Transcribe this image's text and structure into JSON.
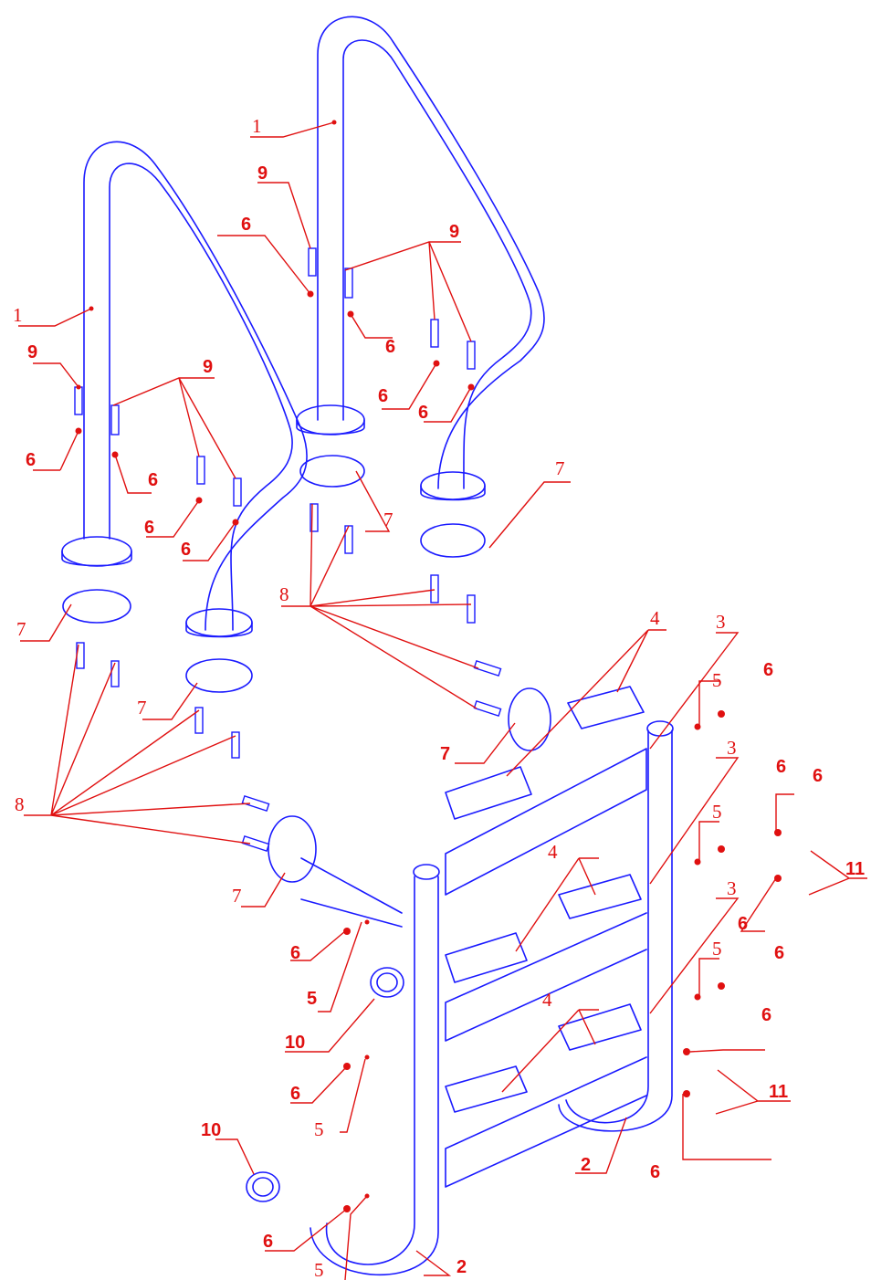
{
  "diagram": {
    "title": "",
    "colors": {
      "line": "#1a1aff",
      "leader": "#e01010",
      "background": "#ffffff"
    },
    "part_labels": [
      {
        "id": "p1a",
        "text": "1"
      },
      {
        "id": "p1b",
        "text": "1"
      },
      {
        "id": "p9a",
        "text": "9"
      },
      {
        "id": "p9b",
        "text": "9"
      },
      {
        "id": "p9c",
        "text": "9"
      },
      {
        "id": "p9d",
        "text": "9"
      },
      {
        "id": "p6a",
        "text": "6"
      },
      {
        "id": "p6b",
        "text": "6"
      },
      {
        "id": "p6c",
        "text": "6"
      },
      {
        "id": "p6d",
        "text": "6"
      },
      {
        "id": "p6e",
        "text": "6"
      },
      {
        "id": "p6f",
        "text": "6"
      },
      {
        "id": "p6g",
        "text": "6"
      },
      {
        "id": "p6h",
        "text": "6"
      },
      {
        "id": "p6i",
        "text": "6"
      },
      {
        "id": "p6j",
        "text": "6"
      },
      {
        "id": "p6k",
        "text": "6"
      },
      {
        "id": "p6l",
        "text": "6"
      },
      {
        "id": "p6m",
        "text": "6"
      },
      {
        "id": "p6n",
        "text": "6"
      },
      {
        "id": "p6o",
        "text": "6"
      },
      {
        "id": "p6p",
        "text": "6"
      },
      {
        "id": "p6q",
        "text": "6"
      },
      {
        "id": "p6r",
        "text": "6"
      },
      {
        "id": "p7a",
        "text": "7"
      },
      {
        "id": "p7b",
        "text": "7"
      },
      {
        "id": "p7c",
        "text": "7"
      },
      {
        "id": "p7d",
        "text": "7"
      },
      {
        "id": "p7e",
        "text": "7"
      },
      {
        "id": "p7f",
        "text": "7"
      },
      {
        "id": "p8a",
        "text": "8"
      },
      {
        "id": "p8b",
        "text": "8"
      },
      {
        "id": "p4a",
        "text": "4"
      },
      {
        "id": "p4b",
        "text": "4"
      },
      {
        "id": "p4c",
        "text": "4"
      },
      {
        "id": "p3a",
        "text": "3"
      },
      {
        "id": "p3b",
        "text": "3"
      },
      {
        "id": "p3c",
        "text": "3"
      },
      {
        "id": "p5a",
        "text": "5"
      },
      {
        "id": "p5b",
        "text": "5"
      },
      {
        "id": "p5c",
        "text": "5"
      },
      {
        "id": "p5d",
        "text": "5"
      },
      {
        "id": "p5e",
        "text": "5"
      },
      {
        "id": "p5f",
        "text": "5"
      },
      {
        "id": "p10a",
        "text": "10"
      },
      {
        "id": "p10b",
        "text": "10"
      },
      {
        "id": "p11a",
        "text": "11"
      },
      {
        "id": "p11b",
        "text": "11"
      },
      {
        "id": "p2a",
        "text": "2"
      },
      {
        "id": "p2b",
        "text": "2"
      }
    ]
  }
}
